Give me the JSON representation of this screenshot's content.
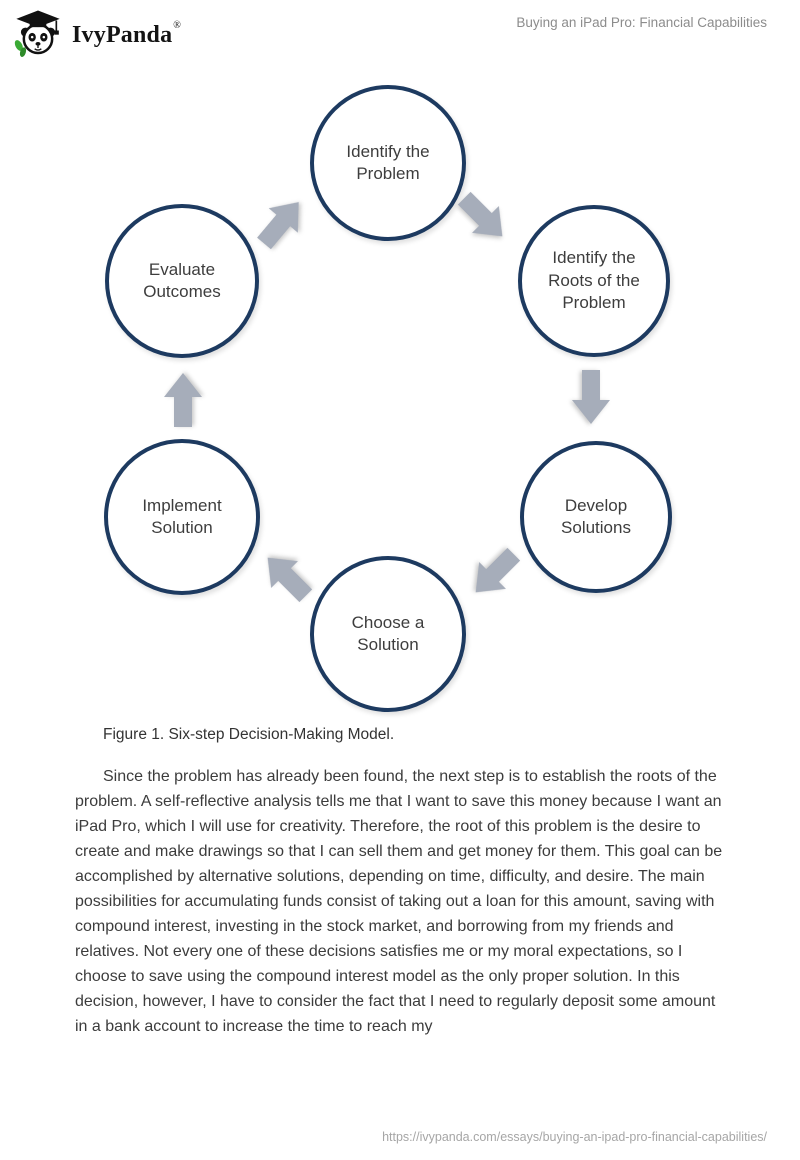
{
  "header": {
    "brand": "IvyPanda",
    "registered": "®",
    "page_title": "Buying an iPad Pro: Financial Capabilities"
  },
  "icons": {
    "logo": "ivypanda-panda-graduate-logo",
    "arrow": "gray-block-arrow",
    "colors": {
      "circle_border": "#1d3a60",
      "arrow_gray": "#a6adba",
      "leaf_green": "#3aaa35"
    }
  },
  "diagram": {
    "steps": [
      {
        "order": 1,
        "label": "Identify the Problem"
      },
      {
        "order": 2,
        "label": "Identify the Roots of the Problem"
      },
      {
        "order": 3,
        "label": "Develop Solutions"
      },
      {
        "order": 4,
        "label": "Choose a Solution"
      },
      {
        "order": 5,
        "label": "Implement Solution"
      },
      {
        "order": 6,
        "label": "Evaluate Outcomes"
      }
    ]
  },
  "caption": "Figure 1. Six-step Decision-Making Model.",
  "body_paragraph": "Since the problem has already been found, the next step is to establish the roots of the problem. A self-reflective analysis tells me that I want to save this money because I want an iPad Pro, which I will use for creativity. Therefore, the root of this problem is the desire to create and make drawings so that I can sell them and get money for them. This goal can be accomplished by alternative solutions, depending on time, difficulty, and desire. The main possibilities for accumulating funds consist of taking out a loan for this amount, saving with compound interest, investing in the stock market, and borrowing from my friends and relatives. Not every one of these decisions satisfies me or my moral expectations, so I choose to save using the compound interest model as the only proper solution. In this decision, however, I have to consider the fact that I need to regularly deposit some amount in a bank account to increase the time to reach my",
  "footer": {
    "url": "https://ivypanda.com/essays/buying-an-ipad-pro-financial-capabilities/"
  }
}
